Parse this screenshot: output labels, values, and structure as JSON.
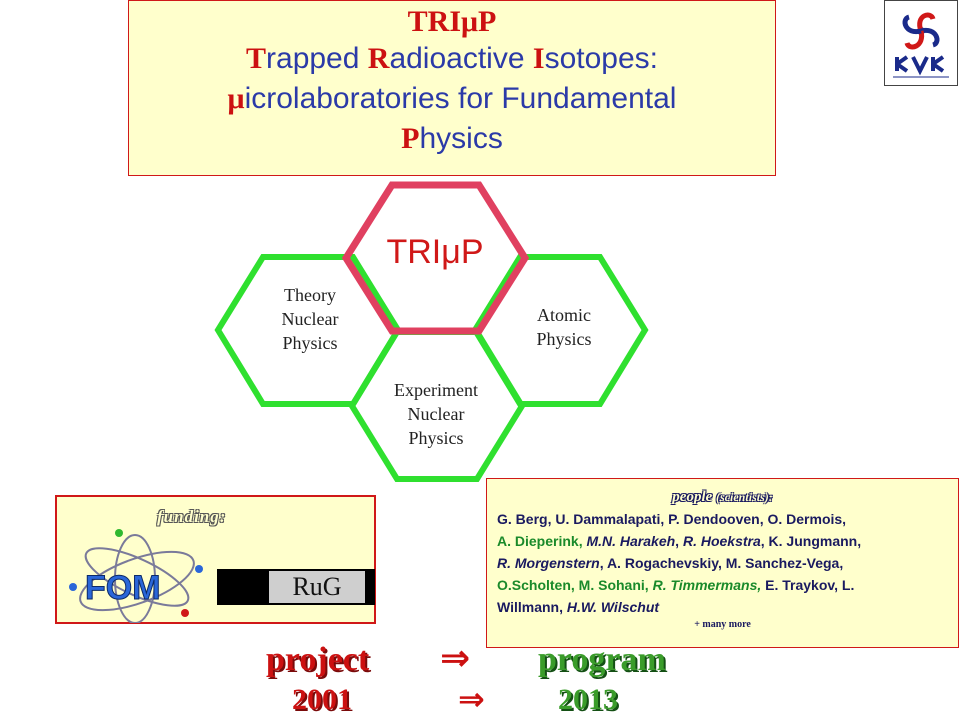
{
  "title": {
    "acronym": "TRIμP",
    "line1_rest_a": "rapped ",
    "line1_rest_b": "adioactive ",
    "line1_rest_c": "sotopes:",
    "line2_mu": "μ",
    "line2_rest": "icrolaboratories  for Fundamental",
    "line3_P": "P",
    "line3_rest": "hysics",
    "initial_T": "T",
    "initial_R": "R",
    "initial_I": "I"
  },
  "diagram": {
    "center_label": "TRIμP",
    "left_label": [
      "Theory",
      "Nuclear",
      "Physics"
    ],
    "right_label": [
      "Atomic",
      "Physics"
    ],
    "bottom_label": [
      "Experiment",
      "Nuclear",
      "Physics"
    ]
  },
  "funding": {
    "label": "funding:",
    "fom_text": "FOM",
    "rug_text": "RuG"
  },
  "people": {
    "title": "people",
    "title_small": "(scientists):",
    "line1": "G. Berg, U. Dammalapati, P. Dendooven, O. Dermois,",
    "line2a": "A. Dieperink, ",
    "line2b": "M.N. Harakeh",
    "line2c": ", ",
    "line2d": "R. Hoekstra",
    "line2e": ", K. Jungmann,",
    "line3a": "R. Morgenstern",
    "line3b": ", A. Rogachevskiy, M. Sanchez-Vega,",
    "line4a": "O.Scholten, M. Sohani, ",
    "line4b": "R. Timmermans,",
    "line4c": " E. Traykov,  L.",
    "line5a": "Willmann, ",
    "line5b": "H.W. Wilschut",
    "more": "+  many more"
  },
  "bottom": {
    "project": "project",
    "program": "program",
    "arrow": "⇒",
    "year_start": "2001",
    "year_end": "2013"
  },
  "colors": {
    "red": "#d01818",
    "green": "#2fe02f",
    "title_blue": "#2b3aa8",
    "box_yellow": "#ffffcc"
  }
}
